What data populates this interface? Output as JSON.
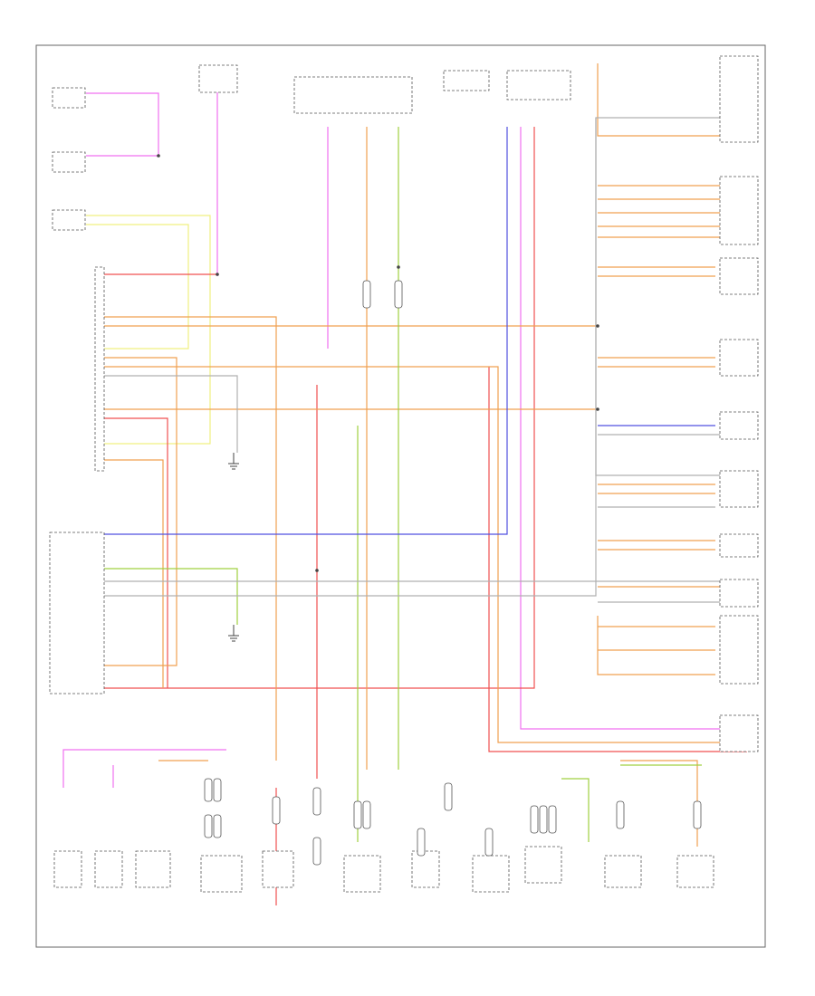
{
  "diagram": {
    "footer_code": "",
    "colors": {
      "pink": "#f070f0",
      "orange": "#f0a050",
      "red": "#f05050",
      "yellow": "#f0f080",
      "green": "#a0d040",
      "blue": "#5050e0",
      "gray": "#b0b0b0",
      "black": "#404040"
    },
    "icons": [
      "ground-symbol",
      "connector-symbol",
      "splice-dot"
    ]
  }
}
